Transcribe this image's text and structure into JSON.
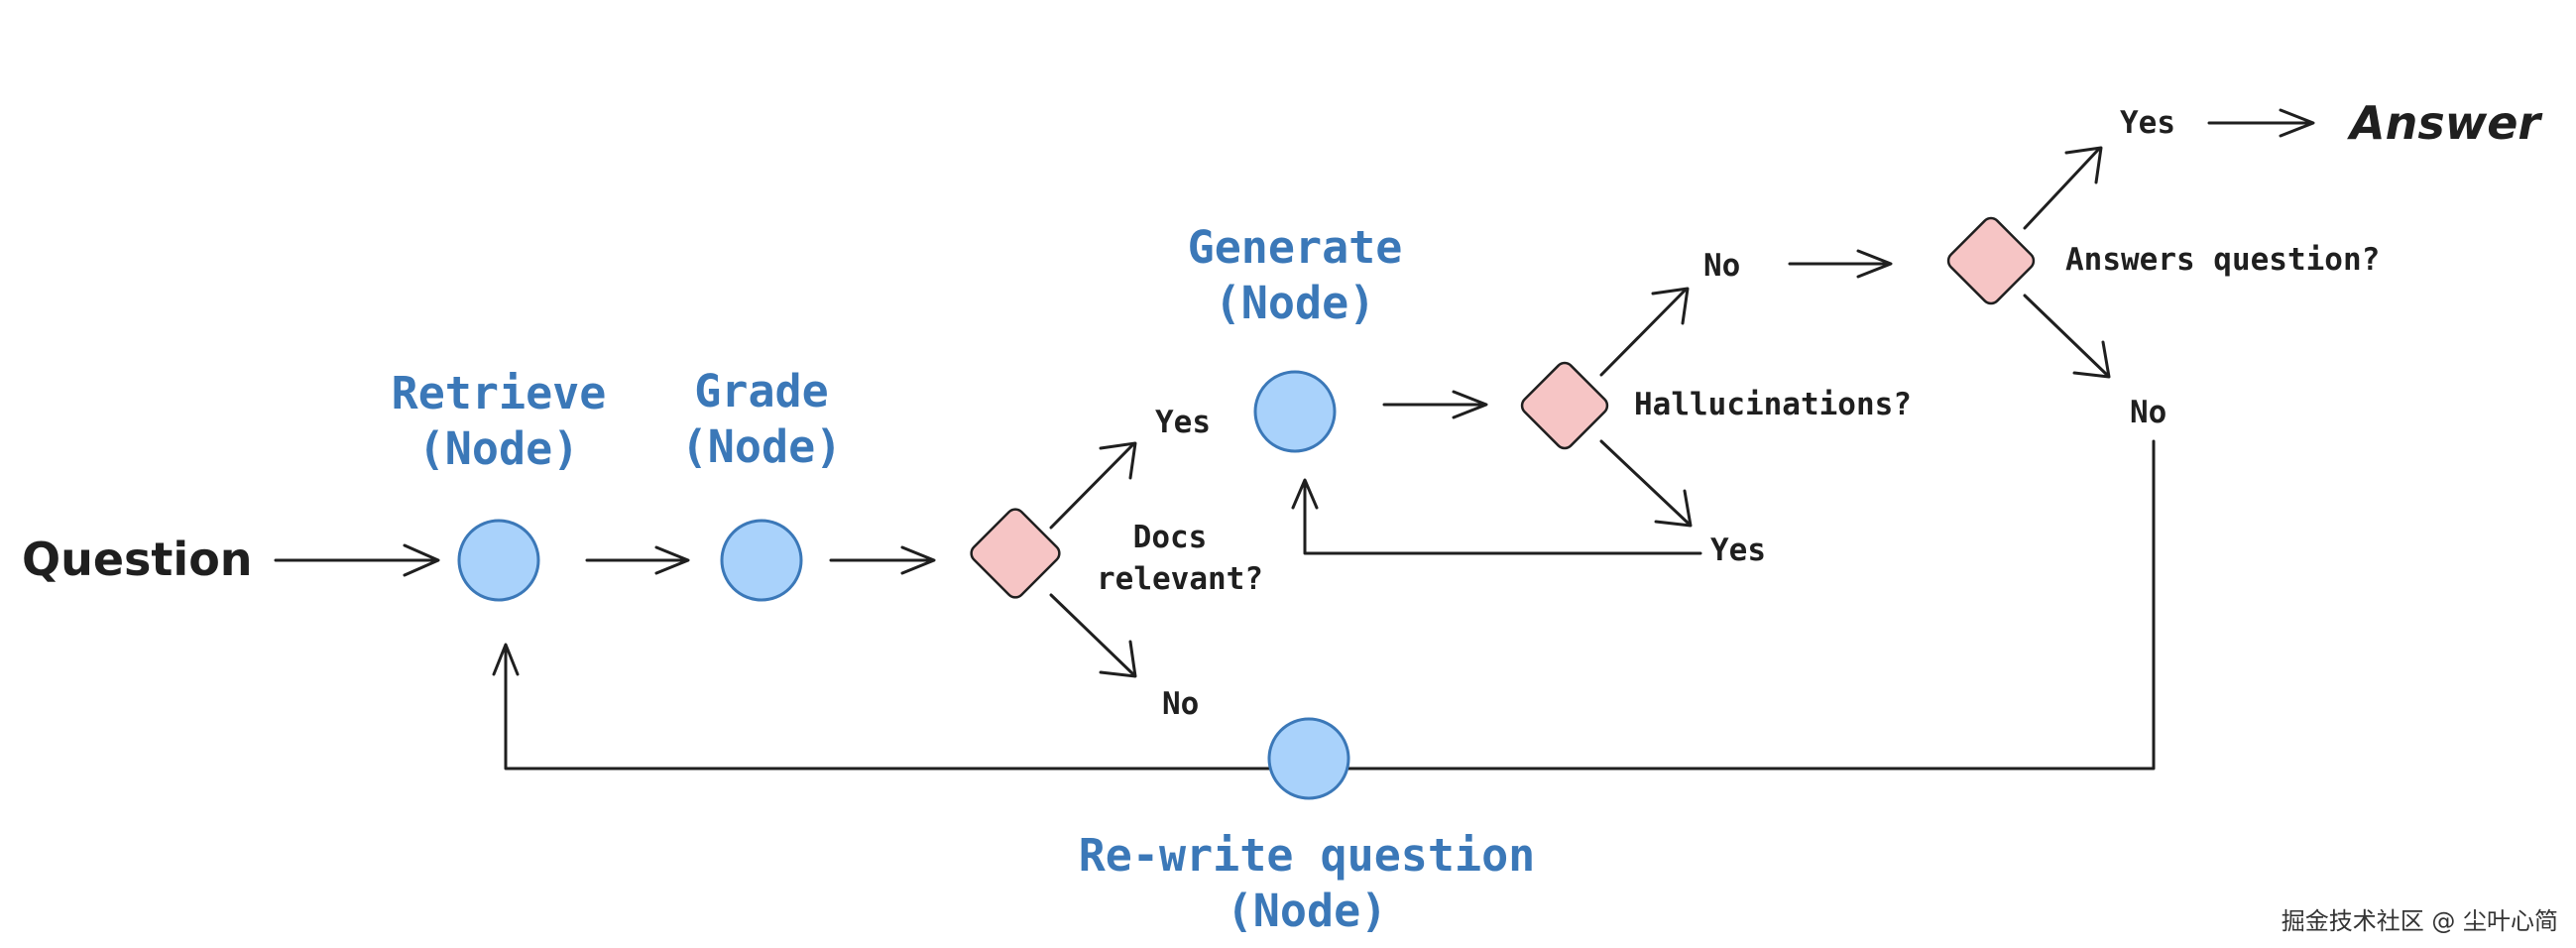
{
  "colors": {
    "node_fill": "#a9d2fb",
    "node_stroke": "#3b78b8",
    "node_title": "#3b78b8",
    "decision_fill": "#f6c5c5",
    "line": "#1f1f1f"
  },
  "terminals": {
    "question": "Question",
    "answer": "Answer"
  },
  "nodes": {
    "retrieve": {
      "line1": "Retrieve",
      "line2": "(Node)"
    },
    "grade": {
      "line1": "Grade",
      "line2": "(Node)"
    },
    "generate": {
      "line1": "Generate",
      "line2": "(Node)"
    },
    "rewrite": {
      "line1": "Re-write question",
      "line2": "(Node)"
    }
  },
  "decisions": {
    "docs_relevant": {
      "line1": "Docs",
      "line2": "relevant?"
    },
    "hallucinations": {
      "label": "Hallucinations?"
    },
    "answers_question": {
      "label": "Answers question?"
    }
  },
  "branches": {
    "docs_yes": "Yes",
    "docs_no": "No",
    "halluc_no": "No",
    "halluc_yes": "Yes",
    "answers_yes": "Yes",
    "answers_no": "No"
  },
  "watermark": "掘金技术社区 @ 尘叶心简"
}
